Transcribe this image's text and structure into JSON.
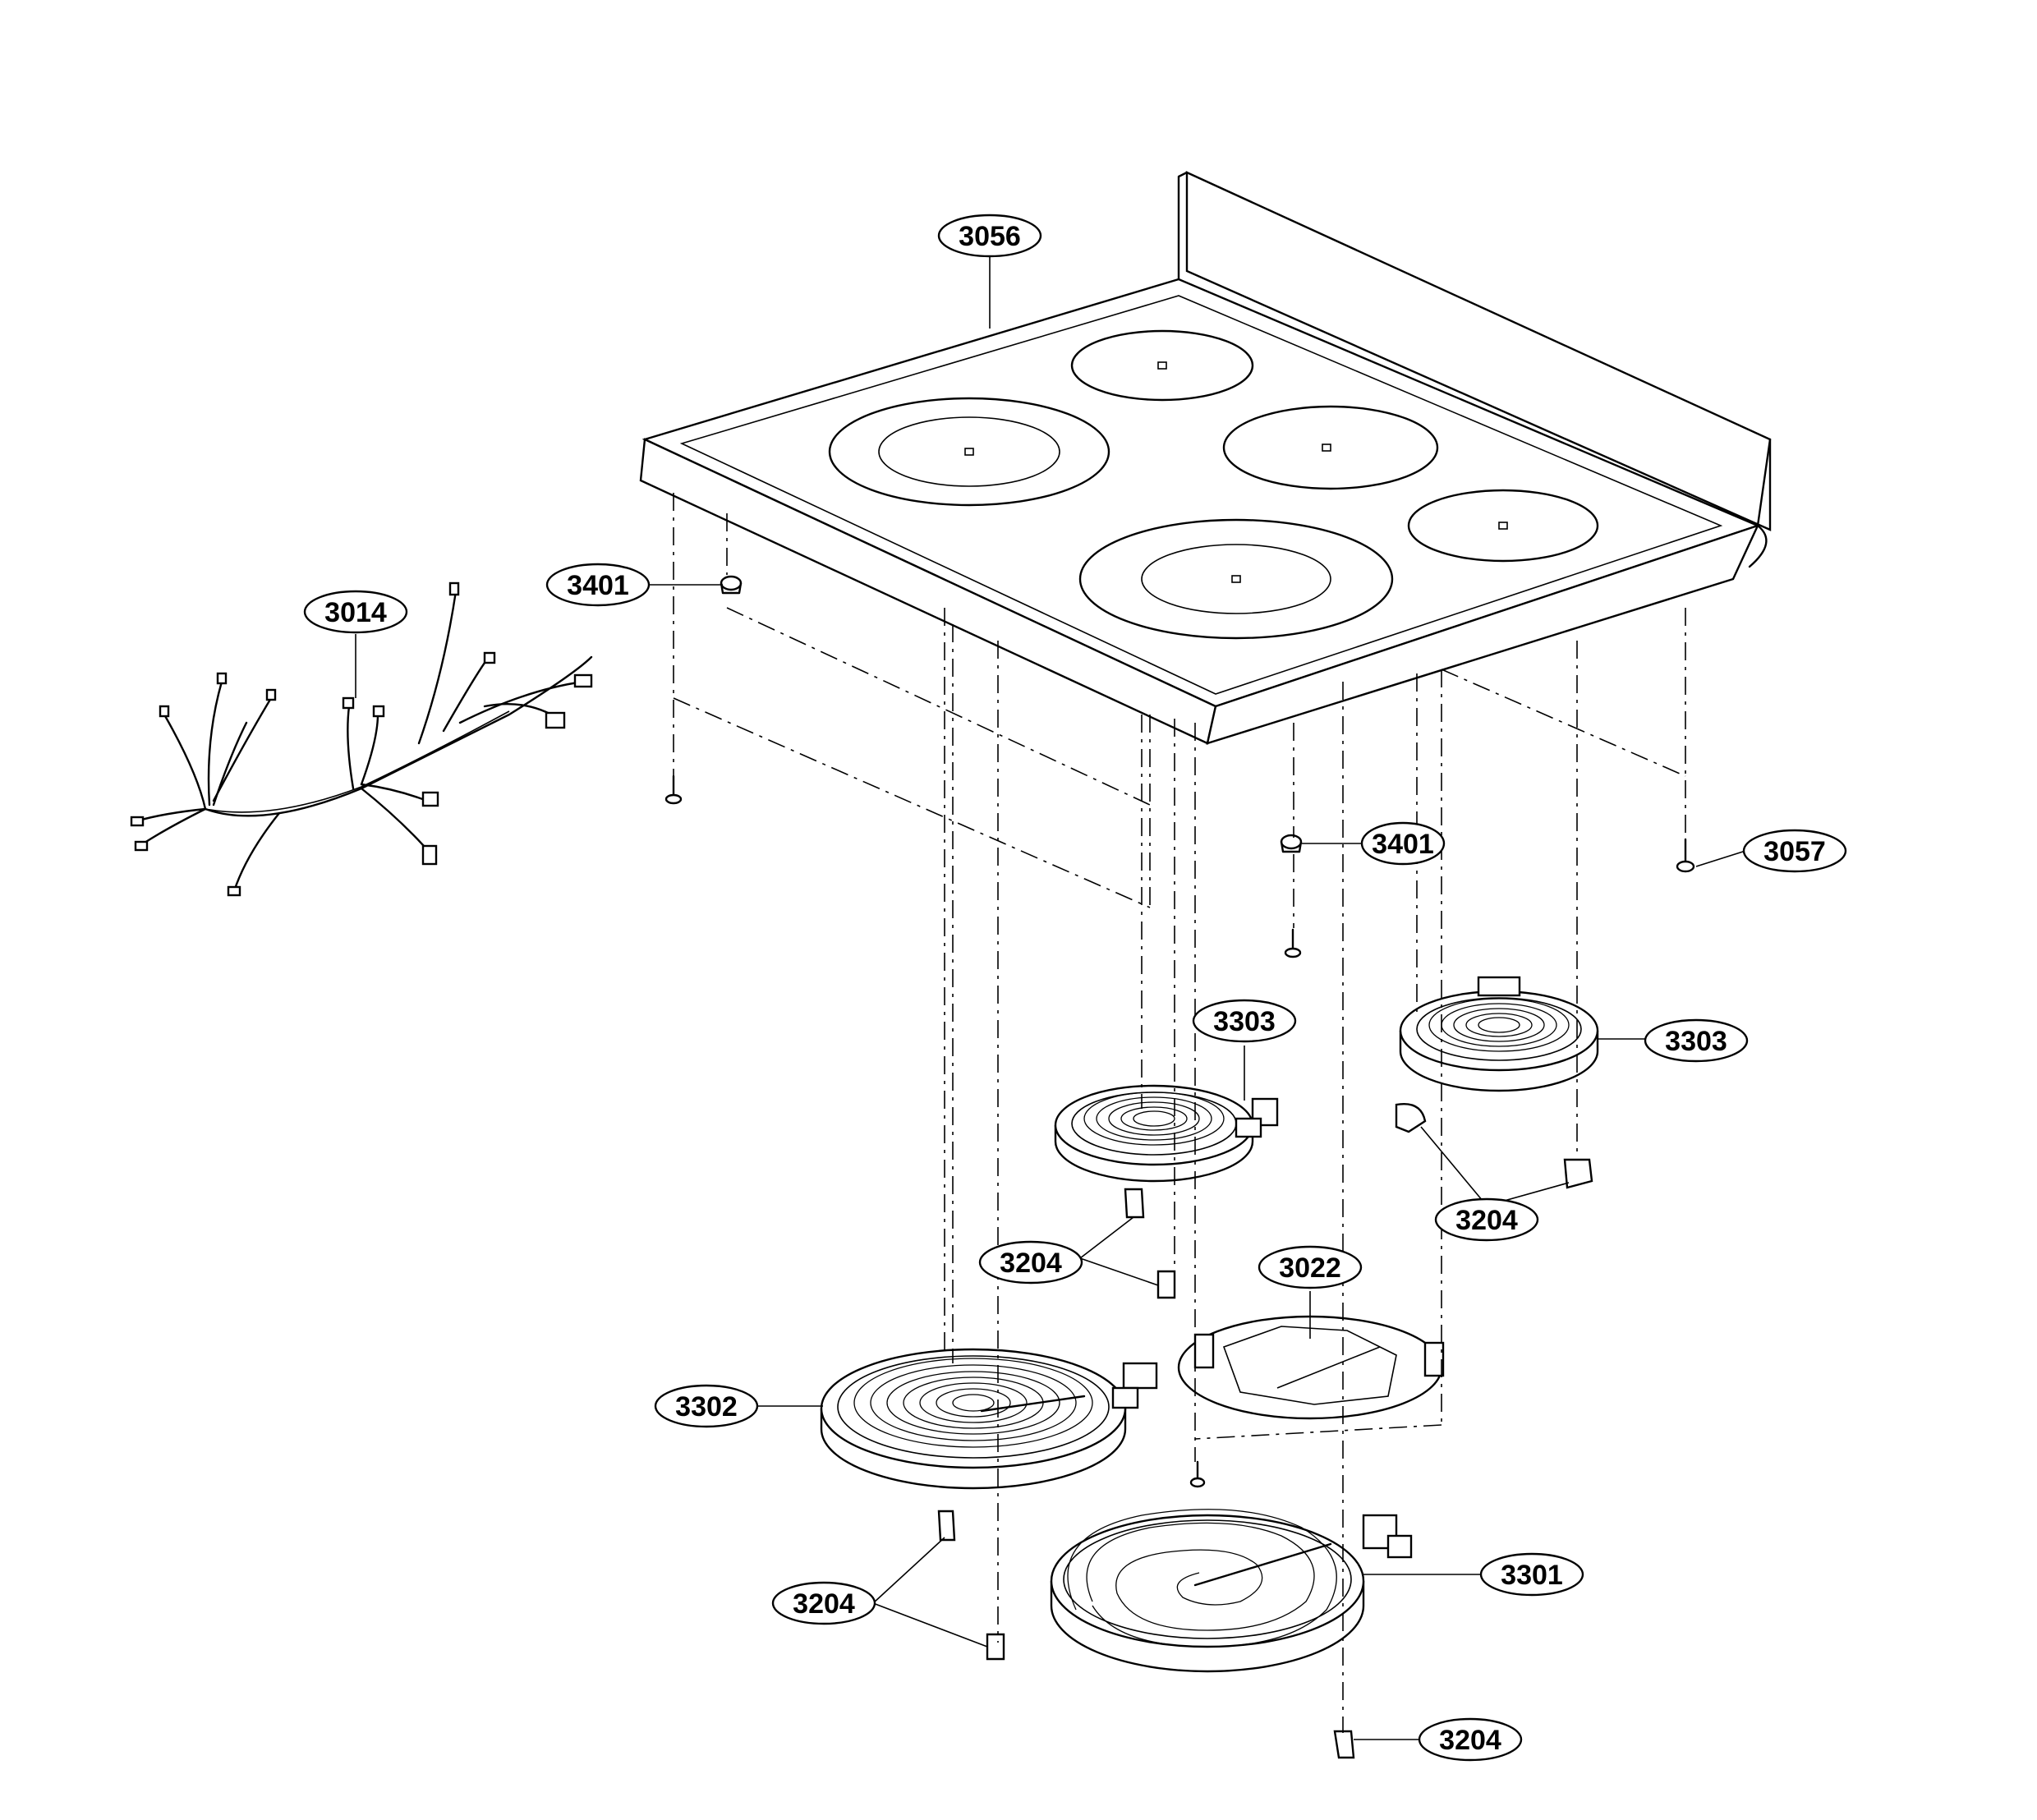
{
  "diagram": {
    "parts": [
      {
        "id": "cooktop-glass",
        "label": "3056"
      },
      {
        "id": "wire-harness",
        "label": "3014"
      },
      {
        "id": "bumper-left",
        "label": "3401"
      },
      {
        "id": "bumper-right",
        "label": "3401"
      },
      {
        "id": "screw",
        "label": "3057"
      },
      {
        "id": "element-small-left",
        "label": "3303"
      },
      {
        "id": "element-small-right",
        "label": "3303"
      },
      {
        "id": "clip-small-left",
        "label": "3204"
      },
      {
        "id": "clip-small-right",
        "label": "3204"
      },
      {
        "id": "bracket",
        "label": "3022"
      },
      {
        "id": "element-dual-left",
        "label": "3302"
      },
      {
        "id": "clip-dual-left",
        "label": "3204"
      },
      {
        "id": "element-large",
        "label": "3301"
      },
      {
        "id": "clip-large",
        "label": "3204"
      }
    ]
  }
}
